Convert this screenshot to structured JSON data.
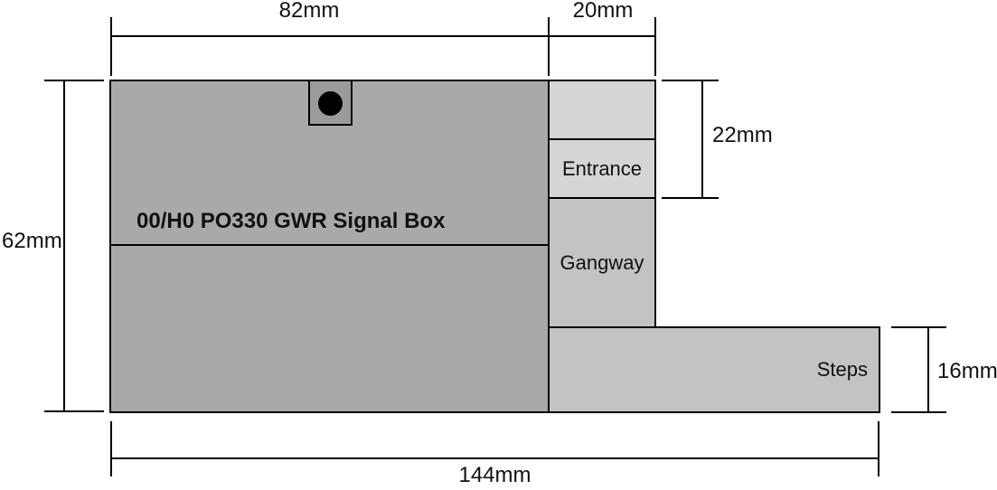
{
  "diagram": {
    "title": "00/H0 PO330 GWR Signal Box"
  },
  "areas": {
    "entrance_label": "Entrance",
    "gangway_label": "Gangway",
    "steps_label": "Steps"
  },
  "dimensions": {
    "main_width": "82mm",
    "entrance_width": "20mm",
    "main_height": "62mm",
    "entrance_height": "22mm",
    "steps_height": "16mm",
    "total_width": "144mm"
  },
  "icons": {
    "roof_vent_dot": "filled-circle"
  },
  "colors": {
    "main_fill": "#a9a9a9",
    "entrance_fill": "#d5d5d5",
    "walkway_fill": "#c3c3c3",
    "vent_fill": "#9b9b9b",
    "line": "#000000",
    "background": "#ffffff",
    "text": "#111111"
  }
}
